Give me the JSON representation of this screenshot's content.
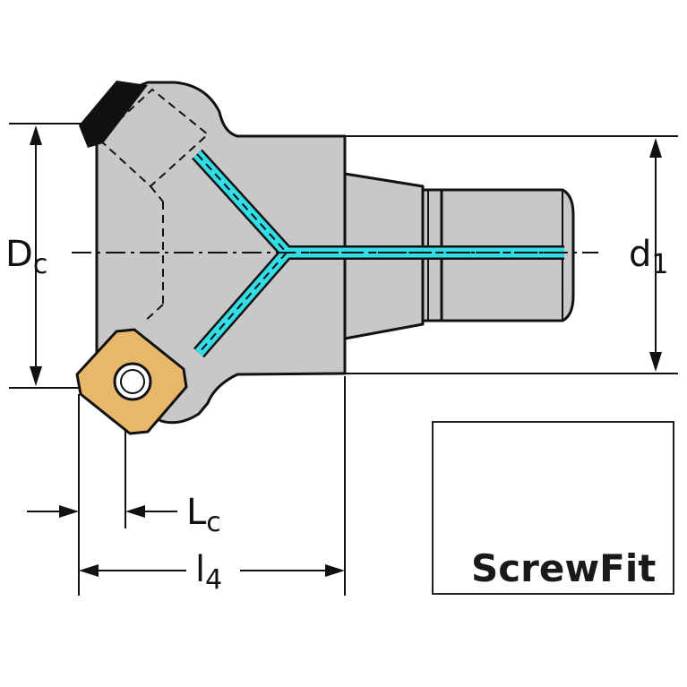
{
  "labels": {
    "dc": {
      "main": "D",
      "sub": "c"
    },
    "d1": {
      "main": "d",
      "sub": "1"
    },
    "lc": {
      "main": "L",
      "sub": "c"
    },
    "l4": {
      "main": "l",
      "sub": "4"
    }
  },
  "logo": {
    "text": "ScrewFit",
    "arrow_color": "#1aa01a"
  },
  "colors": {
    "body_fill": "#c8c8c8",
    "outline": "#111111",
    "coolant": "#33dde6",
    "insert": "#e8b86a",
    "edge_black": "#111111"
  }
}
